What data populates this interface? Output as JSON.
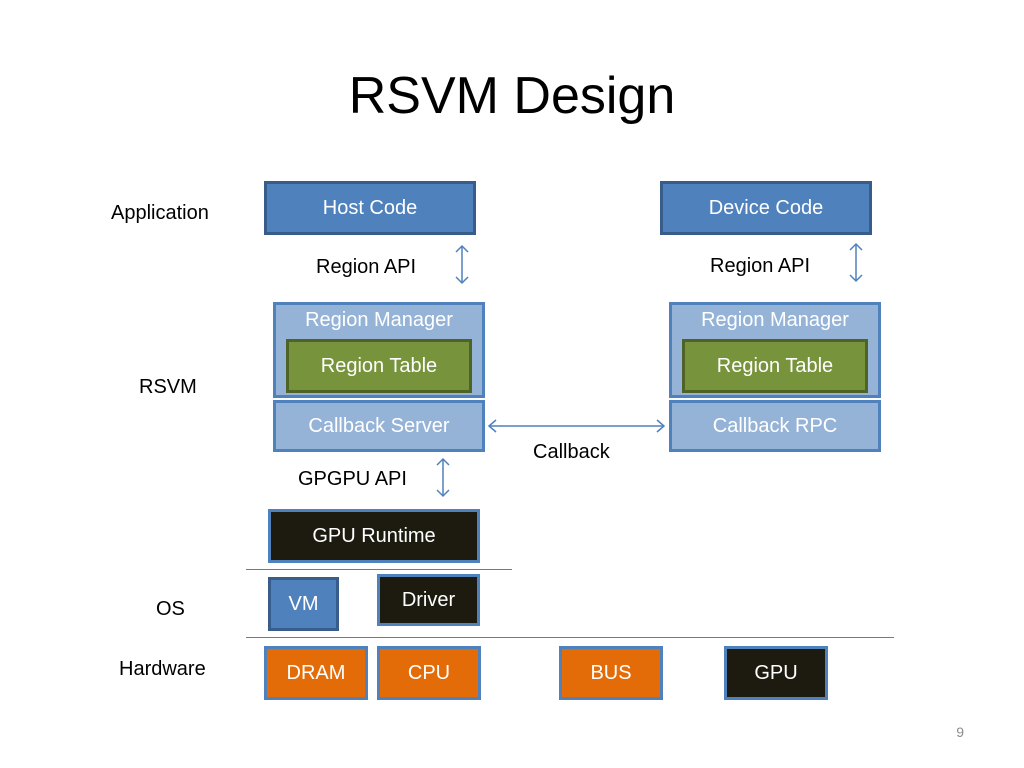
{
  "slide": {
    "title": "RSVM Design",
    "page_number": "9"
  },
  "layers": {
    "application": "Application",
    "rsvm": "RSVM",
    "os": "OS",
    "hardware": "Hardware"
  },
  "host": {
    "host_code": "Host Code",
    "region_api": "Region API",
    "region_manager": "Region Manager",
    "region_table": "Region Table",
    "callback_server": "Callback Server",
    "gpgpu_api": "GPGPU API",
    "gpu_runtime": "GPU Runtime"
  },
  "device": {
    "device_code": "Device Code",
    "region_api": "Region API",
    "region_manager": "Region Manager",
    "region_table": "Region Table",
    "callback_rpc": "Callback RPC"
  },
  "callback_label": "Callback",
  "os_boxes": {
    "vm": "VM",
    "driver": "Driver"
  },
  "hardware_boxes": {
    "dram": "DRAM",
    "cpu": "CPU",
    "bus": "BUS",
    "gpu": "GPU"
  },
  "colors": {
    "blue": "#4f81bd",
    "light_blue": "#95b3d7",
    "green": "#77933c",
    "dark": "#1d1b10",
    "orange": "#e36c09"
  }
}
